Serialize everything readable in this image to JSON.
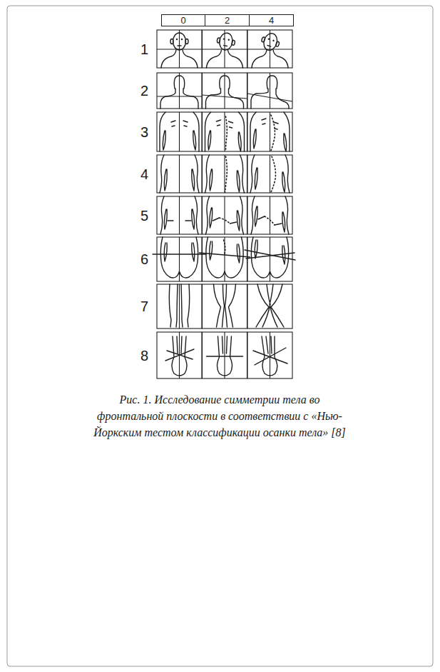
{
  "diagram": {
    "caption": "Рис. 1. Исследование симметрии тела во фронтальной плоскости в соответствии с «Нью-Йоркским тестом классификации осанки тела» [8]",
    "nodes": [
      {
        "text": [
          "0"
        ]
      },
      {
        "text": [
          "2"
        ]
      },
      {
        "text": [
          "4"
        ]
      }
    ],
    "labels": [
      "1",
      "2",
      "3",
      "4",
      "5",
      "6",
      "7",
      "8"
    ]
  }
}
